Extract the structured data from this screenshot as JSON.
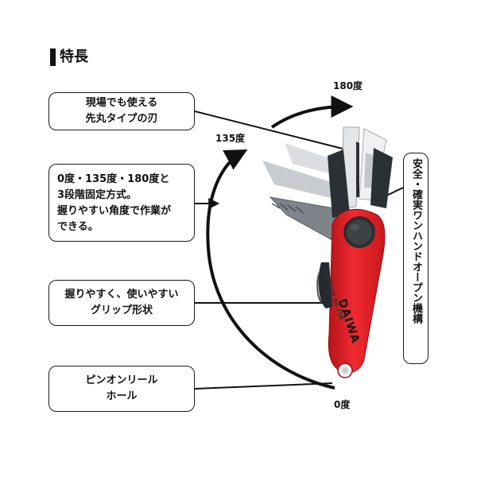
{
  "heading": "特長",
  "callouts": [
    {
      "lines": [
        "現場でも使える",
        "先丸タイプの刃"
      ]
    },
    {
      "lines": [
        "0度・135度・180度と",
        "3段階固定方式。",
        "握りやすい角度で作業が",
        "できる。"
      ]
    },
    {
      "lines": [
        "握りやすく、使いやすい",
        "グリップ形状"
      ]
    },
    {
      "lines": [
        "ピンオンリール",
        "ホール"
      ]
    },
    {
      "lines": [
        "安全・確実ワンハンドオープン機構"
      ]
    }
  ],
  "angles": {
    "a180": "180度",
    "a135": "135度",
    "a0": "0度"
  },
  "product": {
    "brand": "DAIWA",
    "model": "RUGOR AS-75R"
  },
  "colors": {
    "body": "#e8262b",
    "grip": "#2e3337",
    "blade": "#8a8f94",
    "line": "#111111"
  }
}
